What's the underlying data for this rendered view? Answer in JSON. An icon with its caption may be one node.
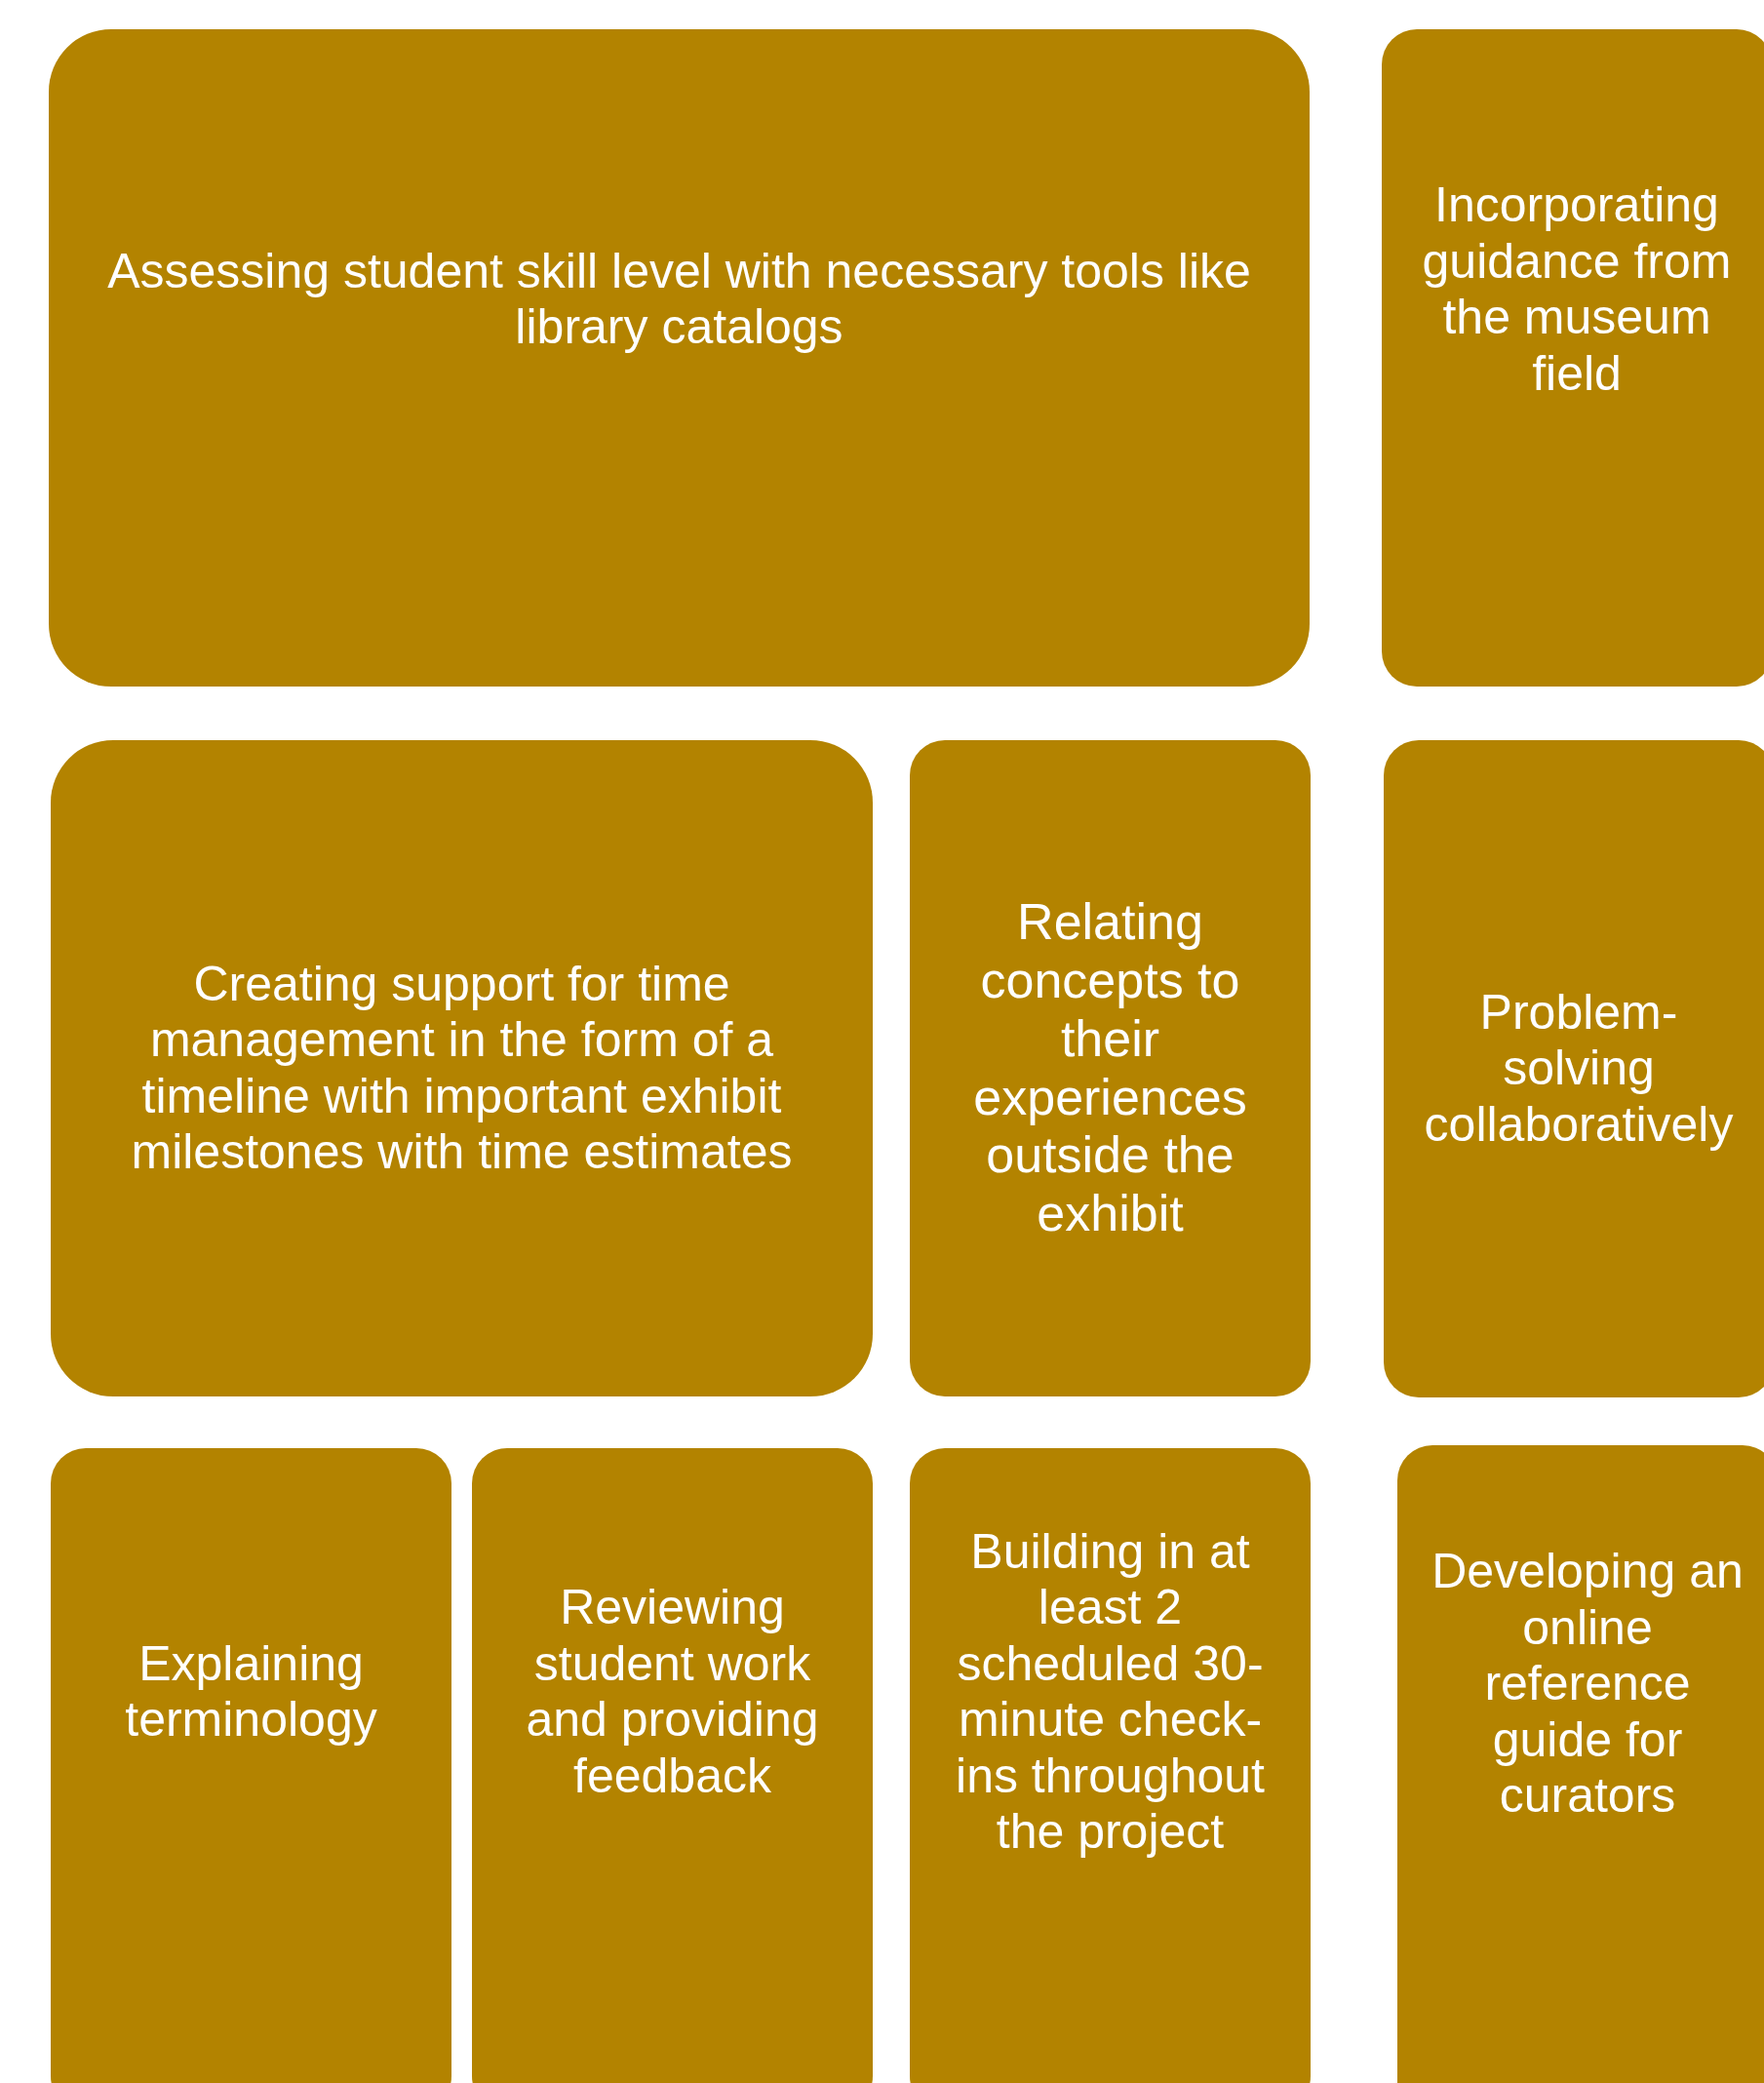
{
  "diagram": {
    "nodes": [
      {
        "text": [
          "Assessing student skill level with necessary tools like library catalogs"
        ]
      },
      {
        "text": [
          "Incorporating guidance from the museum field"
        ]
      },
      {
        "text": [
          "Creating support for time management in the form of a timeline with important exhibit milestones with time estimates"
        ]
      },
      {
        "text": [
          "Relating concepts to their experiences outside the exhibit"
        ]
      },
      {
        "text": [
          "Problem-solving collaboratively"
        ]
      },
      {
        "text": [
          "Explaining terminology"
        ]
      },
      {
        "text": [
          "Reviewing student work and providing feedback"
        ]
      },
      {
        "text": [
          "Building in at least 2 scheduled 30-minute check-ins throughout the project"
        ]
      },
      {
        "text": [
          "Developing an online reference guide for curators"
        ]
      }
    ]
  }
}
